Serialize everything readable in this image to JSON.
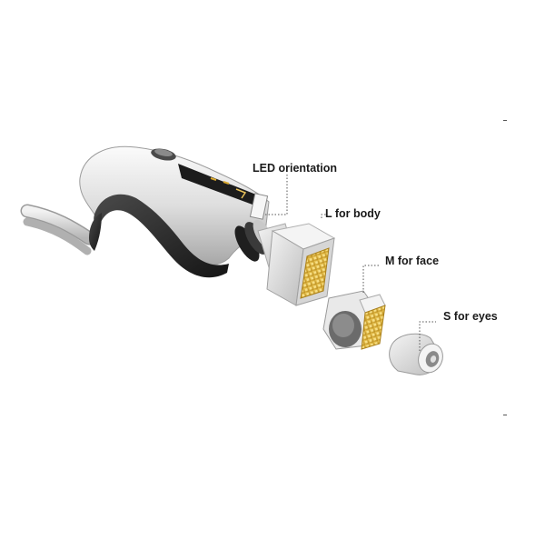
{
  "labels": {
    "led": "LED orientation",
    "large": "L for body",
    "medium": "M for face",
    "small": "S for eyes"
  },
  "colors": {
    "gold_tip": "#d8a830",
    "body_silver": "#e6e6e6",
    "body_dark": "#2a2a2a",
    "leader": "#555555"
  }
}
